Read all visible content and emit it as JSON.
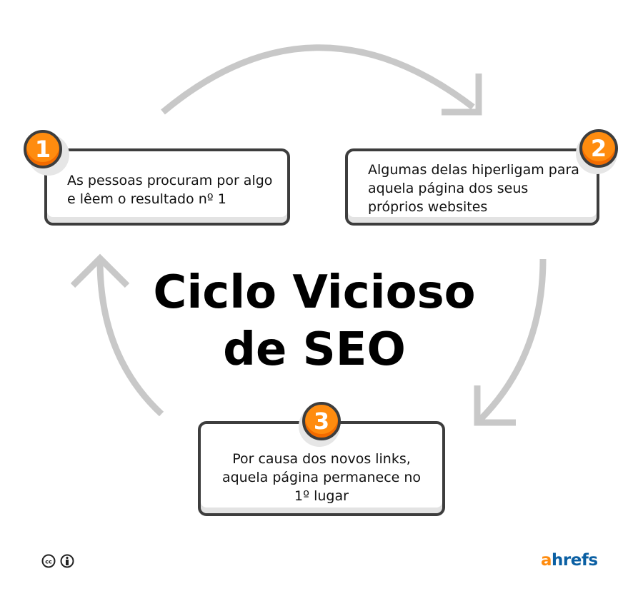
{
  "title": {
    "line1": "Ciclo Vicioso",
    "line2": "de SEO"
  },
  "steps": [
    {
      "number": "1",
      "text": "As pessoas procuram por algo e lêem o resultado nº 1"
    },
    {
      "number": "2",
      "text": "Algumas delas hiperligam para aquela página dos seus próprios websites"
    },
    {
      "number": "3",
      "text": "Por causa dos novos links, aquela página permanece no 1º lugar"
    }
  ],
  "footer": {
    "license_icons": [
      "cc-icon",
      "attribution-icon"
    ],
    "logo_a": "a",
    "logo_rest": "hrefs"
  },
  "colors": {
    "accent": "#ff8c0f",
    "arrow": "#c8c8c8",
    "border": "#3d3d3d",
    "logo_blue": "#0a5fa3"
  }
}
